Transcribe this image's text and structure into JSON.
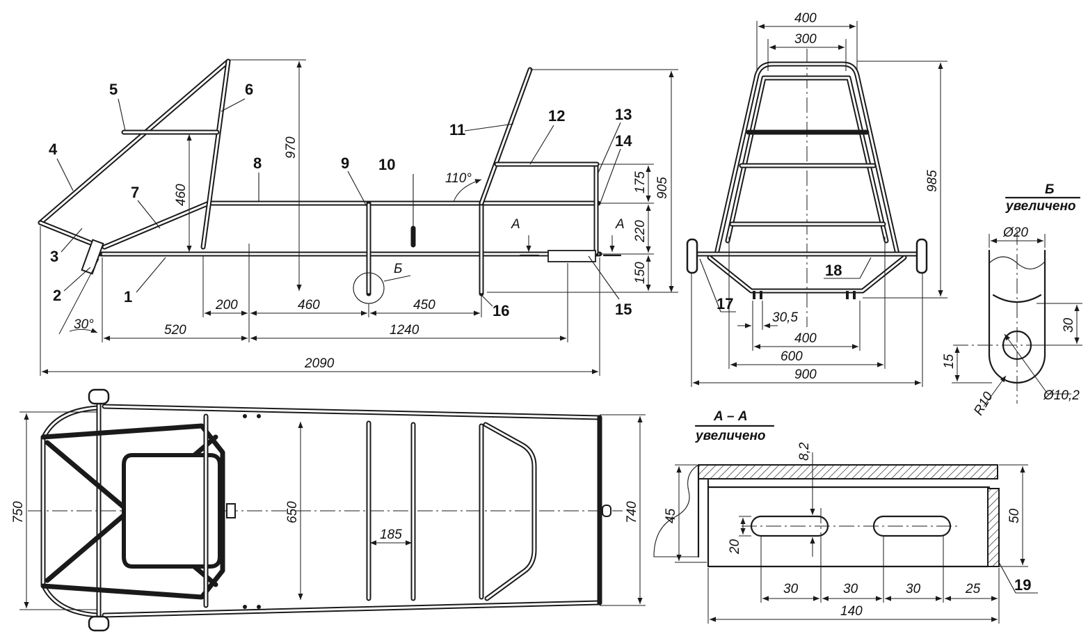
{
  "callouts": [
    "1",
    "2",
    "3",
    "4",
    "5",
    "6",
    "7",
    "8",
    "9",
    "10",
    "11",
    "12",
    "13",
    "14",
    "15",
    "16",
    "17",
    "18",
    "19"
  ],
  "side_view": {
    "dims": {
      "d970": "970",
      "d905": "905",
      "d460v": "460",
      "d175": "175",
      "d220": "220",
      "d150": "150",
      "d200": "200",
      "d460h": "460",
      "d450": "450",
      "d520": "520",
      "d1240": "1240",
      "d2090": "2090",
      "angle30": "30°",
      "angle110": "110°"
    },
    "section_mark": "А",
    "detail_mark": "Б"
  },
  "front_view": {
    "dims": {
      "d400top": "400",
      "d300": "300",
      "d985": "985",
      "d30_5": "30,5",
      "d400bot": "400",
      "d600": "600",
      "d900": "900"
    }
  },
  "detail_b": {
    "title": "Б",
    "subtitle": "увеличено",
    "dims": {
      "dia20": "Ø20",
      "d30": "30",
      "d15": "15",
      "r10": "R10",
      "dia10_2": "Ø10,2"
    }
  },
  "top_view": {
    "dims": {
      "d750": "750",
      "d650": "650",
      "d740": "740",
      "d185": "185"
    }
  },
  "section_aa": {
    "title": "А – А",
    "subtitle": "увеличено",
    "dims": {
      "d8_2": "8,2",
      "d45": "45",
      "d50": "50",
      "d20": "20",
      "d30a": "30",
      "d30b": "30",
      "d30c": "30",
      "d25": "25",
      "d140": "140"
    }
  }
}
